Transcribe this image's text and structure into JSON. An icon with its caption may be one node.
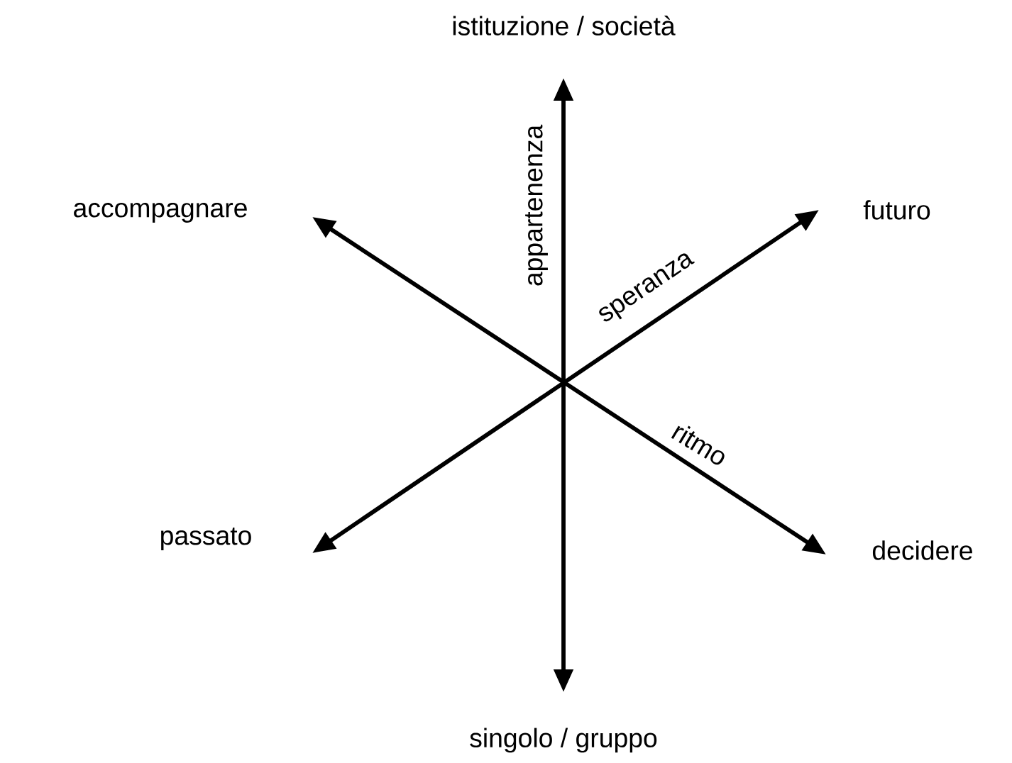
{
  "diagram": {
    "nodes": [
      {
        "text": [
          "istituzione / società"
        ]
      },
      {
        "text": [
          "accompagnare"
        ]
      },
      {
        "text": [
          "futuro"
        ]
      },
      {
        "text": [
          "passato"
        ]
      },
      {
        "text": [
          "decidere"
        ]
      },
      {
        "text": [
          "singolo / gruppo"
        ]
      }
    ],
    "edges": [
      {
        "from": 0,
        "to": 5,
        "arrow": "both",
        "label": "appartenenza"
      },
      {
        "from": 1,
        "to": 4,
        "arrow": "both",
        "label": "ritmo"
      },
      {
        "from": 3,
        "to": 2,
        "arrow": "both",
        "label": "speranza"
      }
    ]
  }
}
